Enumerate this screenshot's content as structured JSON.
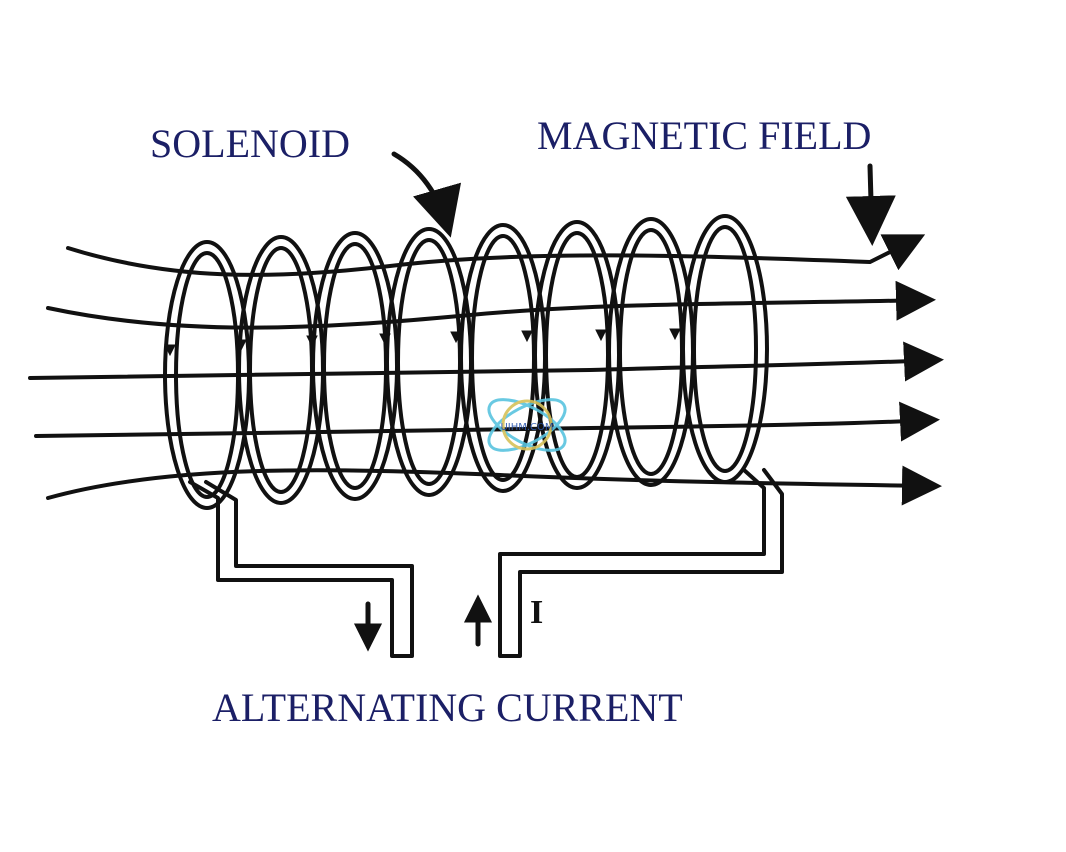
{
  "labels": {
    "solenoid": "SOLENOID",
    "magnetic_field": "MAGNETIC FIELD",
    "alternating_current": "ALTERNATING CURRENT",
    "current_symbol": "I"
  },
  "watermark": {
    "text": "UIHM.COM"
  },
  "colors": {
    "label_text": "#1b1f66",
    "line_art": "#111111",
    "watermark_primary": "#59c4df",
    "watermark_secondary": "#d6c15a",
    "watermark_text": "#2c58b0"
  },
  "icons": {
    "solenoid_pointer": "curved-arrow-icon",
    "field_pointer": "down-arrow-icon",
    "current_out": "down-arrow-icon",
    "current_in": "up-arrow-icon",
    "watermark": "atom-icon"
  }
}
